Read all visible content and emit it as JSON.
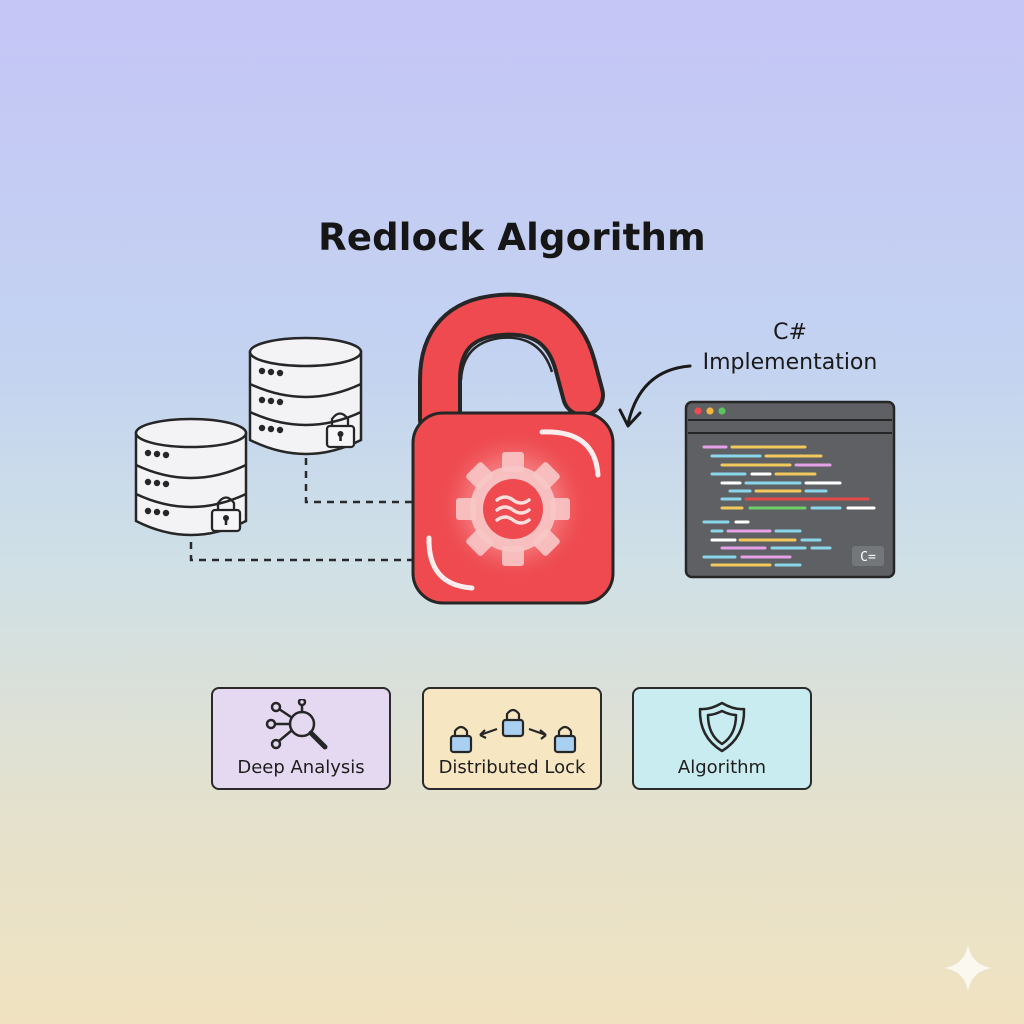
{
  "title": "Redlock Algorithm",
  "implementation_label": {
    "line1": "C#",
    "line2": "Implementation"
  },
  "code_window": {
    "badge": "C="
  },
  "cards": [
    {
      "label": "Deep Analysis",
      "icon": "network-search-icon",
      "color": "#e5d9f2"
    },
    {
      "label": "Distributed Lock",
      "icon": "distributed-locks-icon",
      "color": "#f7e6c2"
    },
    {
      "label": "Algorithm",
      "icon": "shield-icon",
      "color": "#c9ecf0"
    }
  ],
  "colors": {
    "lock_red": "#ee4a4f",
    "outline": "#262626",
    "code_window_bg": "#5e6063"
  }
}
